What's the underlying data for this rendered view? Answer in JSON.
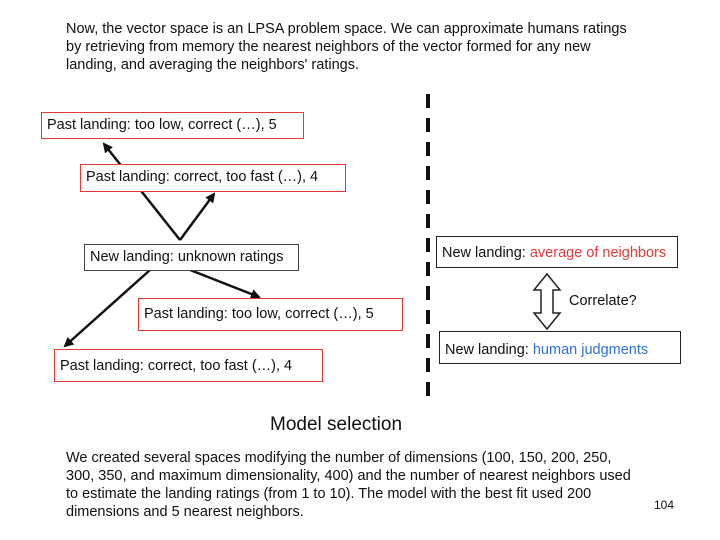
{
  "intro": {
    "line1": "Now, the vector space is an LPSA problem space. We can approximate humans ratings",
    "line2": "by retrieving from memory the nearest neighbors of the vector formed for any new",
    "line3": "landing, and averaging the neighbors' ratings."
  },
  "left_boxes": {
    "past1": "Past landing: too low, correct (…), 5",
    "past2": "Past landing: correct, too fast (…), 4",
    "new": "New landing: unknown ratings",
    "past3": "Past landing: too low, correct (…), 5",
    "past4": "Past landing: correct, too fast (…), 4"
  },
  "right_boxes": {
    "avg_prefix": "New landing: ",
    "avg_highlight": "average of neighbors",
    "human_prefix": "New landing: ",
    "human_highlight": "human judgments",
    "correlate": "Correlate?"
  },
  "section": {
    "heading": "Model selection",
    "line1": "We created several spaces modifying the number of dimensions (100, 150, 200, 250,",
    "line2": "300, 350, and maximum dimensionality, 400) and the number of nearest neighbors used",
    "line3": "to estimate the landing ratings (from 1 to 10). The model with the  best fit used 200",
    "line4": "dimensions and 5 nearest neighbors."
  },
  "page_number": "104",
  "colors": {
    "red_border": "#e53935",
    "blue_text": "#2f6fd6",
    "dash": "#111111"
  }
}
